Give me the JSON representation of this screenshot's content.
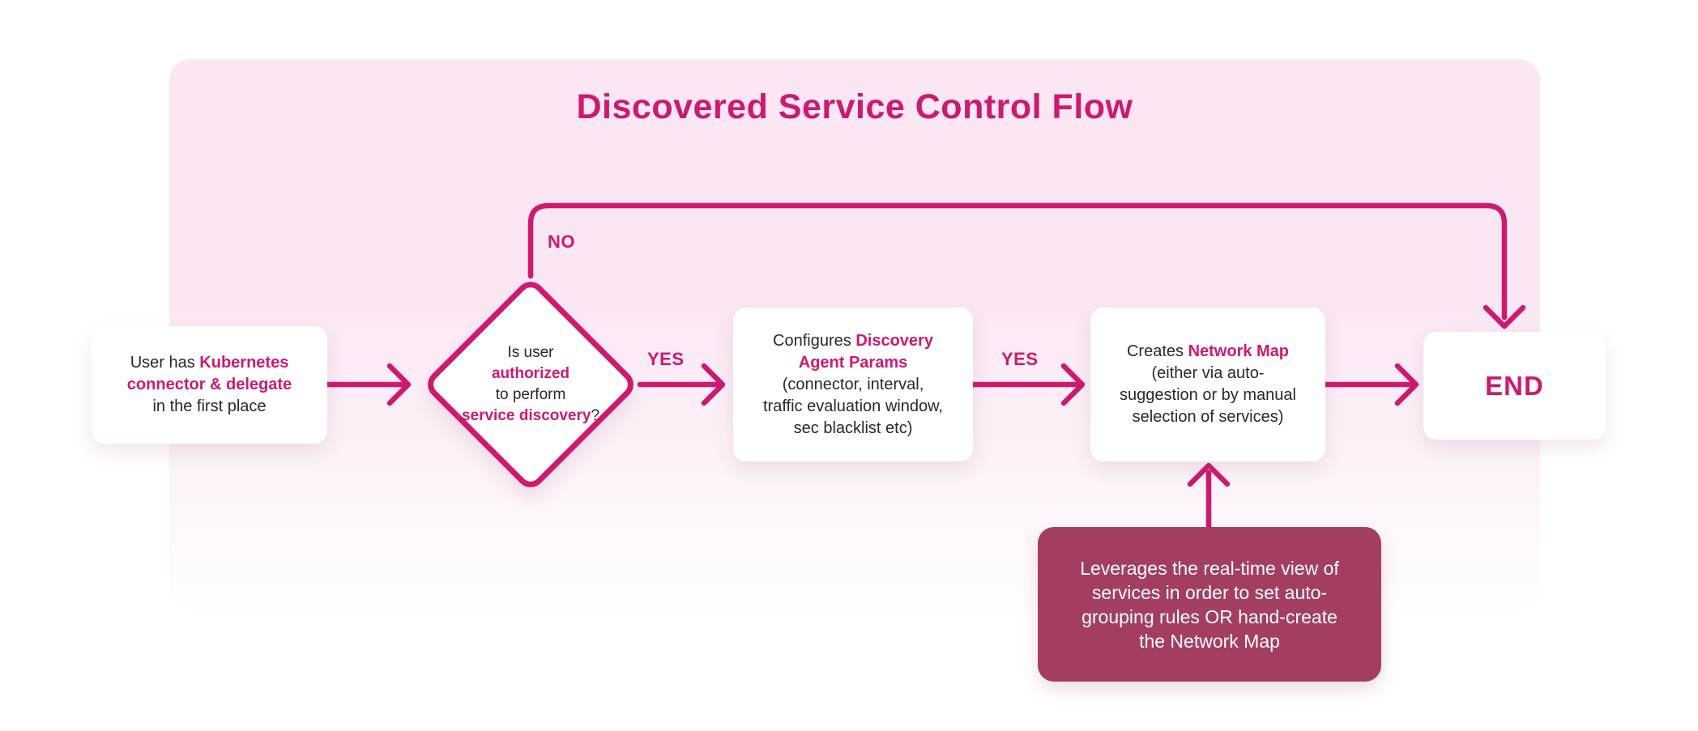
{
  "meta": {
    "title_text": "Discovered Service Control Flow"
  },
  "colors": {
    "accent": "#CE1970",
    "panel_pink": "#FBE6F3",
    "panel_fade": "#FFFDFE",
    "note_bg": "#A43E60",
    "note_text": "#FFFFFF",
    "node_bg": "#FFFFFF",
    "text_dark": "#28282D"
  },
  "labels": {
    "no": "NO",
    "yes_first": "YES",
    "yes_second": "YES"
  },
  "nodes": {
    "start": {
      "lines": [
        [
          {
            "t": "User has ",
            "a": 0
          },
          {
            "t": "Kubernetes",
            "a": 1
          }
        ],
        [
          {
            "t": "connector & delegate",
            "a": 1
          }
        ],
        [
          {
            "t": "in the first place",
            "a": 0
          }
        ]
      ]
    },
    "decision": {
      "lines": [
        [
          {
            "t": "Is user",
            "a": 0
          }
        ],
        [
          {
            "t": "authorized",
            "a": 1
          }
        ],
        [
          {
            "t": "to perform",
            "a": 0
          }
        ],
        [
          {
            "t": "service discovery",
            "a": 1
          },
          {
            "t": "?",
            "a": 0
          }
        ]
      ]
    },
    "configure": {
      "lines": [
        [
          {
            "t": "Configures ",
            "a": 0
          },
          {
            "t": "Discovery",
            "a": 1
          }
        ],
        [
          {
            "t": "Agent Params",
            "a": 1
          }
        ],
        [
          {
            "t": "(connector, interval,",
            "a": 0
          }
        ],
        [
          {
            "t": "traffic evaluation window,",
            "a": 0
          }
        ],
        [
          {
            "t": "sec blacklist etc)",
            "a": 0
          }
        ]
      ]
    },
    "create": {
      "lines": [
        [
          {
            "t": "Creates ",
            "a": 0
          },
          {
            "t": "Network Map",
            "a": 1
          }
        ],
        [
          {
            "t": "(either via auto-",
            "a": 0
          }
        ],
        [
          {
            "t": "suggestion or by manual",
            "a": 0
          }
        ],
        [
          {
            "t": "selection of services)",
            "a": 0
          }
        ]
      ]
    },
    "end_node": {
      "label": "END"
    },
    "note": {
      "lines": [
        [
          {
            "t": "Leverages the real-time view of",
            "a": 0
          }
        ],
        [
          {
            "t": "services in order to set auto-",
            "a": 0
          }
        ],
        [
          {
            "t": "grouping rules OR hand-create",
            "a": 0
          }
        ],
        [
          {
            "t": "the Network Map",
            "a": 0
          }
        ]
      ]
    }
  }
}
